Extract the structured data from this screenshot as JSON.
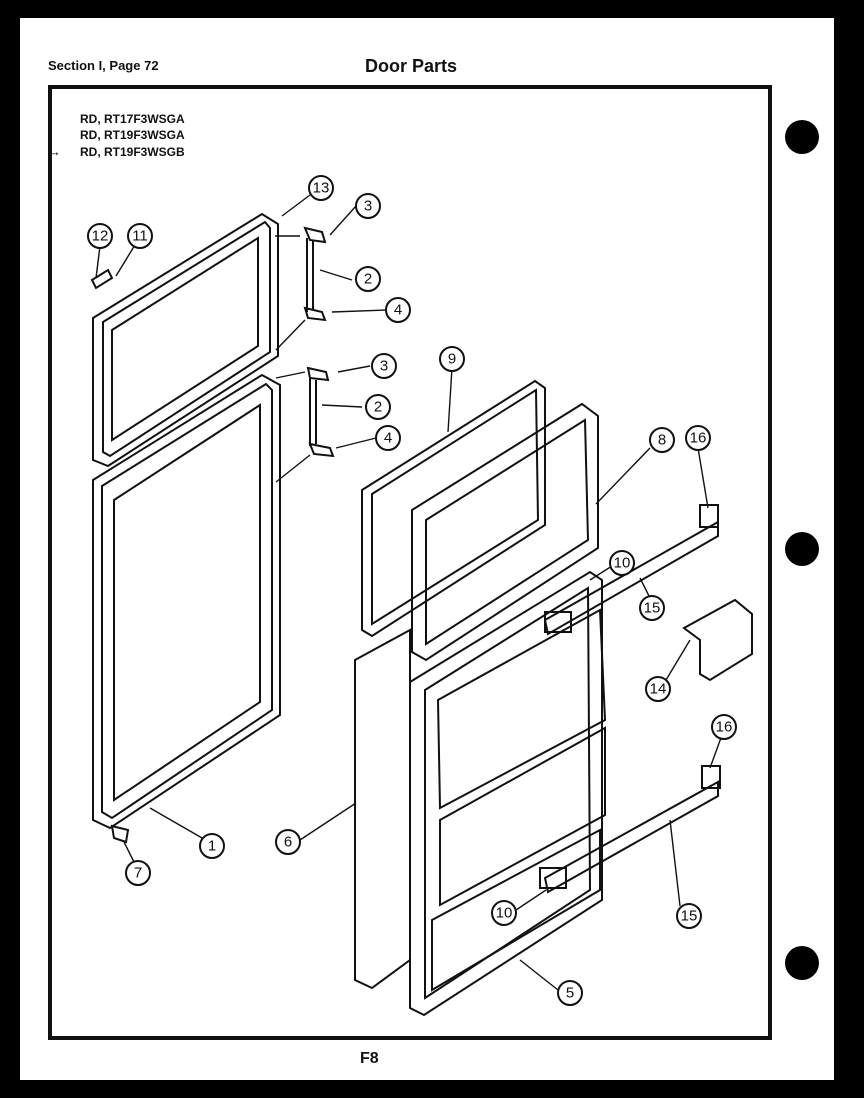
{
  "header": {
    "section": "Section I, Page 72",
    "title": "Door Parts"
  },
  "models": [
    "RD, RT17F3WSGA",
    "RD, RT19F3WSGA",
    "RD, RT19F3WSGB"
  ],
  "selected_model_marker": "→",
  "footer": {
    "page_code": "F8"
  },
  "callouts": [
    "1",
    "2",
    "2",
    "3",
    "3",
    "4",
    "4",
    "5",
    "6",
    "7",
    "8",
    "9",
    "10",
    "10",
    "11",
    "12",
    "13",
    "14",
    "15",
    "15",
    "16",
    "16"
  ]
}
